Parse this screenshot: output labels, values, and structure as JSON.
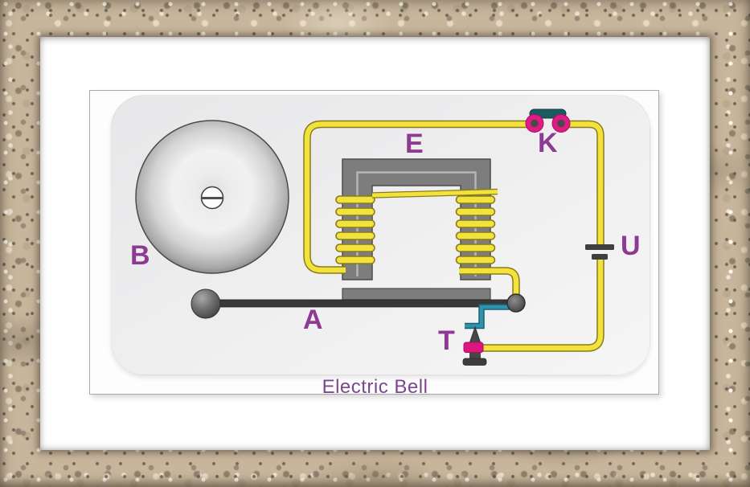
{
  "title": "Electric Bell",
  "labels": {
    "bell": "B",
    "armature": "A",
    "electromagnet": "E",
    "switch": "K",
    "battery": "U",
    "contact_screw": "T"
  },
  "colors": {
    "label_text": "#8d3a92",
    "title_text": "#7d4691",
    "wire_yellow": "#f2e33c",
    "wire_outline": "#8a7a1c",
    "core_gray": "#7d7d7d",
    "armature_dark": "#383838",
    "contact_wire_teal": "#2f93ac",
    "switch_bar_teal": "#1b5a60",
    "terminal_magenta": "#e01b84"
  }
}
